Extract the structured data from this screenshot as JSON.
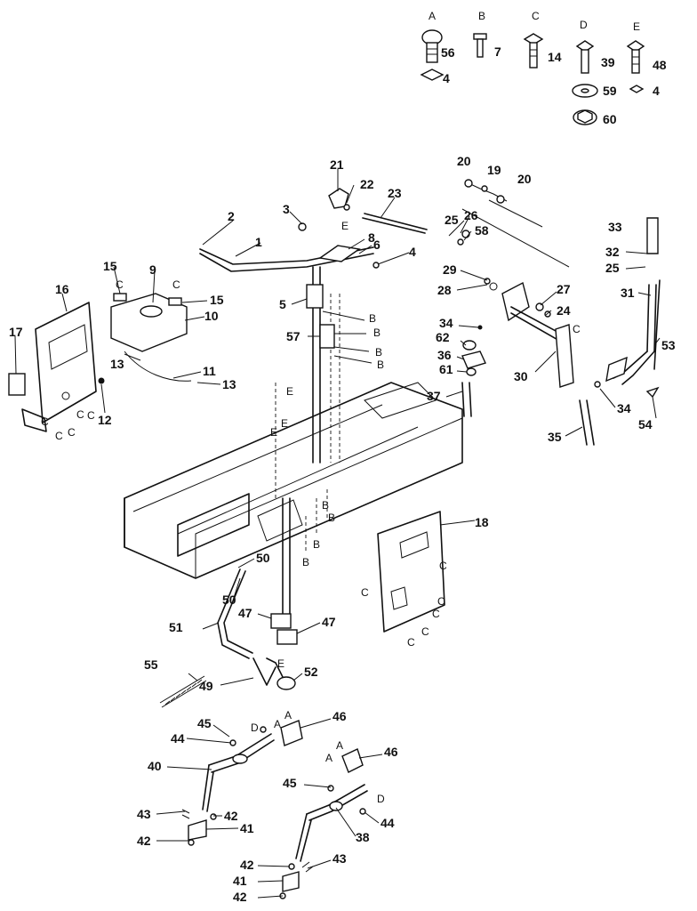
{
  "hardware": [
    {
      "letter": "A",
      "numbers": [
        "56",
        "4"
      ]
    },
    {
      "letter": "B",
      "numbers": [
        "7"
      ]
    },
    {
      "letter": "C",
      "numbers": [
        "14"
      ]
    },
    {
      "letter": "D",
      "numbers": [
        "39",
        "59",
        "60"
      ]
    },
    {
      "letter": "E",
      "numbers": [
        "48",
        "4"
      ]
    }
  ],
  "part_numbers": [
    "1",
    "2",
    "3",
    "4",
    "5",
    "6",
    "8",
    "9",
    "10",
    "11",
    "12",
    "13",
    "15",
    "16",
    "17",
    "18",
    "19",
    "20",
    "21",
    "22",
    "23",
    "24",
    "25",
    "26",
    "27",
    "28",
    "29",
    "30",
    "31",
    "32",
    "33",
    "34",
    "35",
    "36",
    "37",
    "38",
    "40",
    "41",
    "42",
    "43",
    "44",
    "45",
    "46",
    "47",
    "49",
    "50",
    "51",
    "52",
    "53",
    "54",
    "55",
    "57",
    "58",
    "61",
    "62"
  ],
  "hardware_refs": [
    "A",
    "B",
    "C",
    "D",
    "E"
  ]
}
